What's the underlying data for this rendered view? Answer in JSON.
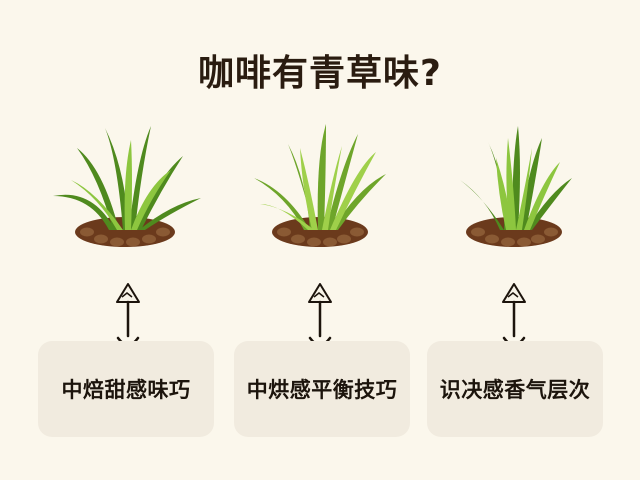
{
  "title": "咖啡有青草味?",
  "colors": {
    "background": "#fbf7ec",
    "card": "#f1ebdf",
    "grass_dark": "#4f8a1e",
    "grass_light": "#8dc63f",
    "soil": "#6b3a1c",
    "bean": "#8a5a34",
    "ink": "#2a1c10"
  },
  "items": [
    {
      "icon": "grass-tuft-with-coffee-beans-icon",
      "label": "中焙甜感味巧"
    },
    {
      "icon": "grass-tuft-with-coffee-beans-icon",
      "label": "中烘感平衡技巧"
    },
    {
      "icon": "grass-tuft-with-coffee-beans-icon",
      "label": "识决感香气层次"
    }
  ]
}
